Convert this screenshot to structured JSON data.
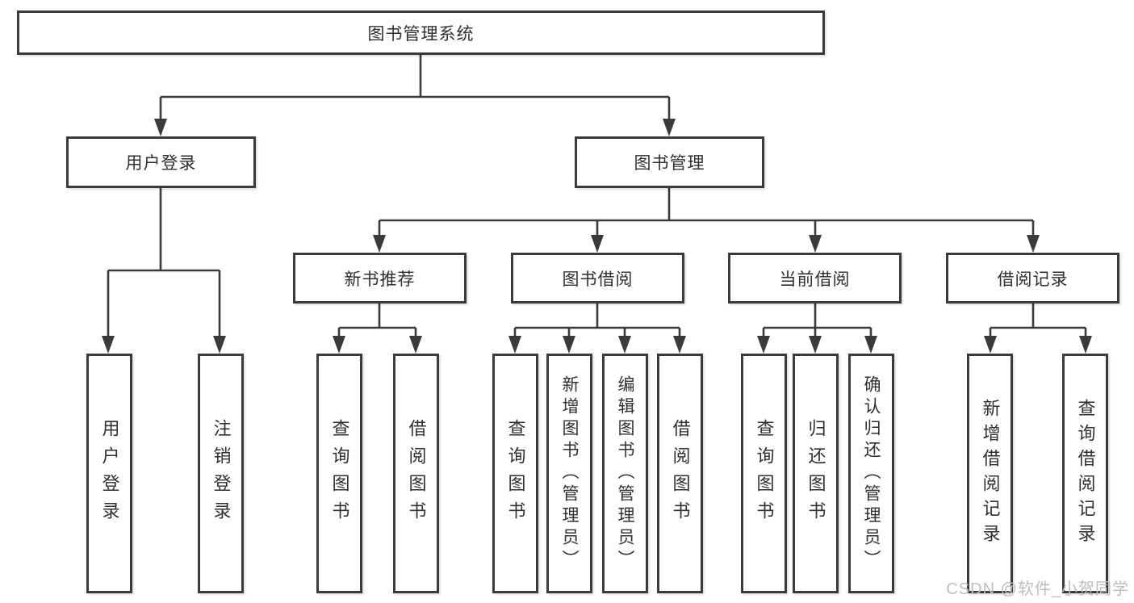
{
  "diagram": {
    "title": "图书管理系统",
    "root": {
      "label": "图书管理系统"
    },
    "level2": [
      {
        "label": "用户登录"
      },
      {
        "label": "图书管理"
      }
    ],
    "level3": [
      {
        "label": "新书推荐",
        "parent": "图书管理"
      },
      {
        "label": "图书借阅",
        "parent": "图书管理"
      },
      {
        "label": "当前借阅",
        "parent": "图书管理"
      },
      {
        "label": "借阅记录",
        "parent": "图书管理"
      }
    ],
    "leaves": [
      {
        "label": "用户登录",
        "parent": "用户登录"
      },
      {
        "label": "注销登录",
        "parent": "用户登录"
      },
      {
        "label": "查询图书",
        "parent": "新书推荐"
      },
      {
        "label": "借阅图书",
        "parent": "新书推荐"
      },
      {
        "label": "查询图书",
        "parent": "图书借阅"
      },
      {
        "label": "新增图书（管理员）",
        "parent": "图书借阅"
      },
      {
        "label": "编辑图书（管理员）",
        "parent": "图书借阅"
      },
      {
        "label": "借阅图书",
        "parent": "图书借阅"
      },
      {
        "label": "查询图书",
        "parent": "当前借阅"
      },
      {
        "label": "归还图书",
        "parent": "当前借阅"
      },
      {
        "label": "确认归还（管理员）",
        "parent": "当前借阅"
      },
      {
        "label": "新增借阅记录",
        "parent": "借阅记录"
      },
      {
        "label": "查询借阅记录",
        "parent": "借阅记录"
      }
    ]
  },
  "watermark": {
    "text": "CSDN @软件_小贺同学"
  },
  "colors": {
    "line": "#3a3a3a",
    "text": "#2f2f2f",
    "watermark": "#bdbdbd",
    "background": "#ffffff"
  }
}
